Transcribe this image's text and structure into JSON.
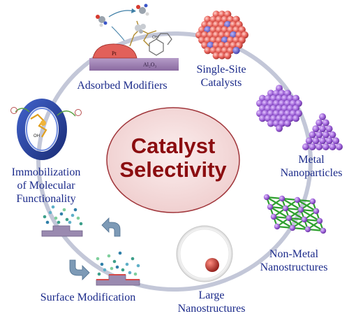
{
  "center": {
    "line1": "Catalyst",
    "line2": "Selectivity"
  },
  "labels": {
    "adsorbed": "Adsorbed Modifiers",
    "single_site_1": "Single-Site",
    "single_site_2": "Catalysts",
    "metal_1": "Metal",
    "metal_2": "Nanoparticles",
    "nonmetal_1": "Non-Metal",
    "nonmetal_2": "Nanostructures",
    "large_1": "Large",
    "large_2": "Nanostructures",
    "surface": "Surface Modification",
    "immob_1": "Immobilization",
    "immob_2": "of Molecular",
    "immob_3": "Functionality"
  },
  "inset_text": {
    "support": "Al₂O₃",
    "metal": "Pt",
    "oh": "OH",
    "oh2": "OH"
  },
  "colors": {
    "title": "#8b0d10",
    "label": "#1b2a8a",
    "ellipse_fill": "#f3d9d9",
    "ellipse_stroke": "#a0353a",
    "cycle": "#c3c7d8"
  }
}
